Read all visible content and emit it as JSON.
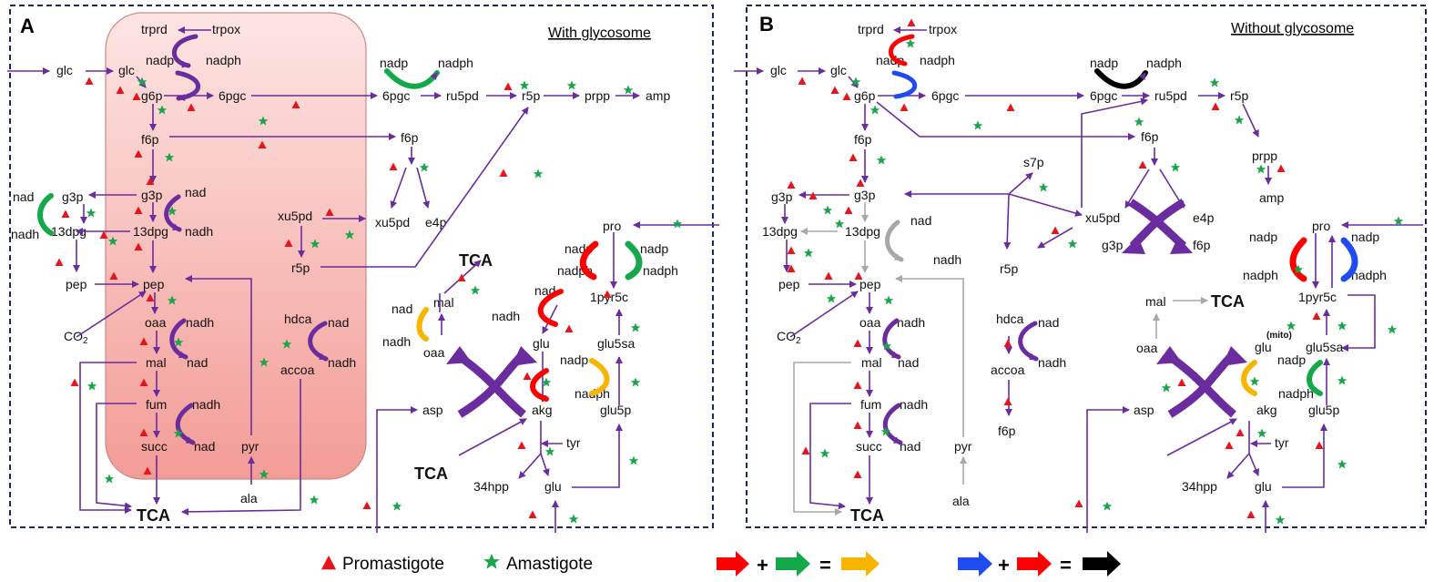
{
  "panels": [
    {
      "id": "A",
      "letter": "A",
      "title": "With glycosome",
      "nodes": {
        "trprd": "trprd",
        "trpox": "trpox",
        "nadp_t": "nadp",
        "nadph_t": "nadph",
        "glc_in": "glc",
        "glc": "glc",
        "g6p": "g6p",
        "6pgc": "6pgc",
        "f6p": "f6p",
        "g3p": "g3p",
        "13dpg": "13dpg",
        "pep": "pep",
        "oaa": "oaa",
        "mal": "mal",
        "fum": "fum",
        "succ": "succ",
        "nadh_oaa": "nadh",
        "nad_oaa": "nad",
        "nadh_fum": "nadh",
        "nad_fum": "nad",
        "nad_g3p": "nad",
        "nadh_g3p": "nadh",
        "co2": "CO",
        "co2_sub": "2",
        "c_g3p": "g3p",
        "c_13dpg": "13dpg",
        "c_pep": "pep",
        "c_nad": "nad",
        "c_nadh": "nadh",
        "tca_main": "TCA",
        "ala": "ala",
        "pyr": "pyr",
        "o_6pgc": "6pgc",
        "ru5pd": "ru5pd",
        "r5p": "r5p",
        "prpp": "prpp",
        "amp": "amp",
        "nadp_ru": "nadp",
        "nadph_ru": "nadph",
        "o_f6p": "f6p",
        "xu5pd1": "xu5pd",
        "e4p": "e4p",
        "xu5pd2": "xu5pd",
        "r5p2": "r5p",
        "hdca": "hdca",
        "nad_h": "nad",
        "nadh_h": "nadh",
        "accoa": "accoa",
        "pro": "pro",
        "nadp_l": "nadp",
        "nadph_l": "nadph",
        "nadp_r": "nadp",
        "nadph_r": "nadph",
        "1pyr5c": "1pyr5c",
        "nad_m": "nad",
        "nadh_m": "nadh",
        "mal2": "mal",
        "oaa2": "oaa",
        "tca_r": "TCA",
        "nad_glu": "nad",
        "nadh_glu": "nadh",
        "glu": "glu",
        "nadp_g5": "nadp",
        "nadph_g5": "nadph",
        "glu5sa": "glu5sa",
        "glu5p": "glu5p",
        "asp": "asp",
        "akg": "akg",
        "tyr": "tyr",
        "tca_b": "TCA",
        "34hpp": "34hpp",
        "glu2": "glu"
      }
    },
    {
      "id": "B",
      "letter": "B",
      "title": "Without glycosome",
      "nodes": {
        "trprd": "trprd",
        "trpox": "trpox",
        "nadp_t": "nadp",
        "nadph_t": "nadph",
        "glc_in": "glc",
        "glc": "glc",
        "g6p": "g6p",
        "6pgc": "6pgc",
        "f6p": "f6p",
        "g3p": "g3p",
        "13dpg": "13dpg",
        "pep": "pep",
        "oaa": "oaa",
        "mal": "mal",
        "fum": "fum",
        "succ": "succ",
        "nadh_oaa": "nadh",
        "nad_oaa": "nad",
        "nadh_fum": "nadh",
        "nad_fum": "nad",
        "nad_g3p": "nad",
        "nadh_g3p": "nadh",
        "co2": "CO",
        "co2_sub": "2",
        "c_g3p": "g3p",
        "c_13dpg": "13dpg",
        "c_pep": "pep",
        "tca_main": "TCA",
        "ala": "ala",
        "pyr": "pyr",
        "o_6pgc": "6pgc",
        "ru5pd": "ru5pd",
        "r5p": "r5p",
        "prpp": "prpp",
        "amp": "amp",
        "nadp_ru": "nadp",
        "nadph_ru": "nadph",
        "o_f6p": "f6p",
        "s7p": "s7p",
        "xu5pd": "xu5pd",
        "e4p": "e4p",
        "g3p_r": "g3p",
        "f6p_r": "f6p",
        "r5p2": "r5p",
        "hdca": "hdca",
        "nad_h": "nad",
        "nadh_h": "nadh",
        "accoa": "accoa",
        "f6p_a": "f6p",
        "pro": "pro",
        "nadp_l": "nadp",
        "nadph_l": "nadph",
        "nadp_r": "nadp",
        "nadph_r": "nadph",
        "1pyr5c": "1pyr5c",
        "mal2": "mal",
        "oaa2": "oaa",
        "tca_r": "TCA",
        "mito": "(mito)",
        "glu": "glu",
        "nadp_g5": "nadp",
        "nadph_g5": "nadph",
        "glu5sa": "glu5sa",
        "glu5p": "glu5p",
        "asp": "asp",
        "akg": "akg",
        "tyr": "tyr",
        "34hpp": "34hpp",
        "glu2": "glu"
      }
    }
  ],
  "legend": {
    "promastigote": "Promastigote",
    "amastigote": "Amastigote",
    "plus1": "+",
    "equals1": "=",
    "plus2": "+",
    "equals2": "="
  },
  "colors": {
    "pathway": "#6a2c9e",
    "grey": "#a8a8a8",
    "red": "#ff0000",
    "green": "#13a84a",
    "yellow": "#f7b500",
    "blue": "#1f4cf2",
    "black": "#000000",
    "promastigote_marker": "#e8141b",
    "amastigote_marker": "#1aa54b",
    "frame": "#1b2a5a",
    "glycosome_top": "#fcdedc",
    "glycosome_bottom": "#f5a09b"
  }
}
